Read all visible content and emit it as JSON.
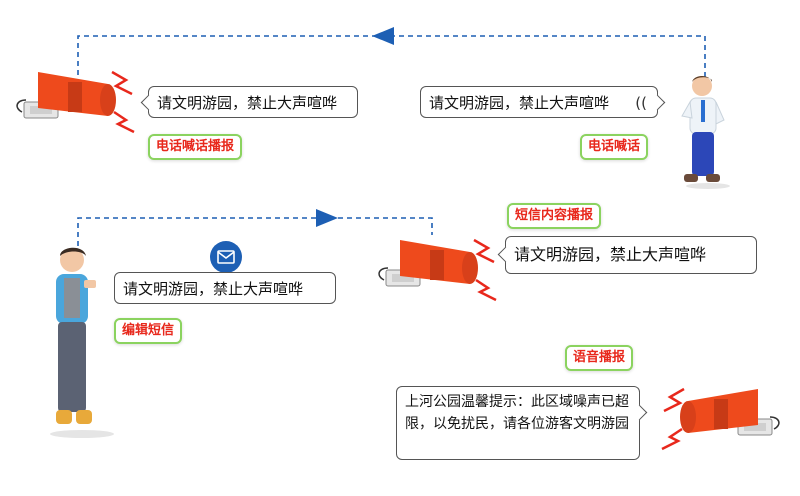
{
  "messages": {
    "top_left": "请文明游园，禁止大声喧哗",
    "top_right": "请文明游园，禁止大声喧哗",
    "mid_left": "请文明游园，禁止大声喧哗",
    "mid_right": "请文明游园，禁止大声喧哗",
    "bottom": "上河公园温馨提示：此区域噪声已超限，以免扰民，请各位游客文明游园"
  },
  "labels": {
    "phone_broadcast": "电话喊话播报",
    "phone_call": "电话喊话",
    "sms_broadcast": "短信内容播报",
    "edit_sms": "编辑短信",
    "voice_broadcast": "语音播报"
  },
  "colors": {
    "speaker": "#ee4a1c",
    "arrow": "#1d5fb4",
    "label_text": "#e8281c",
    "label_border": "#8bd35f",
    "bolt": "#e8281c"
  }
}
